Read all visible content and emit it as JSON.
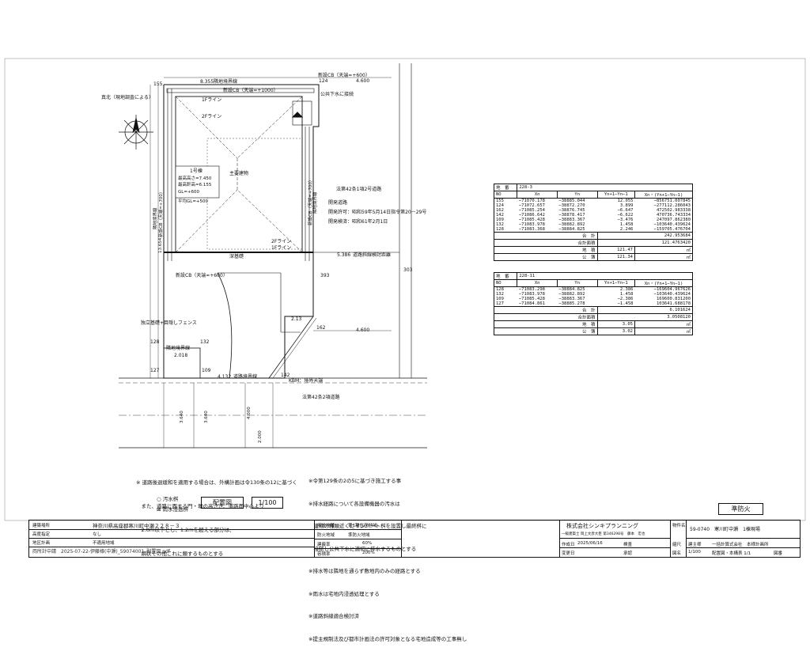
{
  "plan": {
    "north_label": "真北（現地調査による）",
    "top_width": "8.355",
    "boundary_line_top": "隣地境界線",
    "boundary_line_left": "隣地境界線",
    "boundary_line_right": "隣地境界線",
    "new_cb_top": "新設CB（天端=+600）",
    "new_cb_inner": "新設CB（天端=+1000）",
    "new_cb_left": "新設CB（天端=+700）",
    "new_cb_right": "新設CB（天端=+700）",
    "new_cb_bottom": "新設CB（天端=+600）",
    "sewer_connect": "公共下水に接続",
    "building_name": "1号棟",
    "building_max_height": "最高高さ=7.450",
    "building_eave_height": "最高軒高=6.155",
    "building_gl": "GL=+600",
    "building_avg_gl": "平均GL=+500",
    "main_building": "主要建物",
    "line_1f": "1Fライン",
    "line_2f": "2Fライン",
    "foundation": "深基礎",
    "road_line_label": "道路斜線検討距離",
    "road_dist": "5.386",
    "fence_label": "独立基礎+目隠しフェンス",
    "road_boundary": "道路境界線",
    "road_boundary_dim": "4.132",
    "kbm": "KBM：境界天端",
    "road_article_top": "法第42条1項2号道路",
    "road_article_bottom": "法第42条2項道路",
    "road_info": [
      "開発道路",
      "開発許可：昭和59年5月14日指令第20－29号",
      "開発検済：昭和61年2月1日"
    ],
    "dim_4600_top": "4.600",
    "dim_4600_bottom": "4.600",
    "dim_2018": "2.018",
    "dim_213": "2.13",
    "dim_3640": "3.640",
    "dim_2000": "2.000",
    "dim_4000": "4.000",
    "dim_13654": "13.654",
    "pt_labels": [
      "155",
      "124",
      "162",
      "142",
      "109",
      "128",
      "127",
      "132",
      "393",
      "303"
    ]
  },
  "table1": {
    "title_left": "地　番",
    "title_right": "228-3",
    "headers": [
      "NO",
      "Xn",
      "Yn",
      "Yn+1−Yn−1",
      "Xn・(Yn+1−Yn−1)"
    ],
    "rows": [
      [
        "155",
        "−71070.178",
        "−38885.044",
        "12.055",
        "−856751.007845"
      ],
      [
        "124",
        "−71072.657",
        "−38872.270",
        "3.899",
        "−277112.286043"
      ],
      [
        "162",
        "−71085.254",
        "−38876.745",
        "−6.647",
        "472502.983338"
      ],
      [
        "142",
        "−71086.642",
        "−38878.417",
        "−6.622",
        "470736.743334"
      ],
      [
        "109",
        "−71085.428",
        "−38883.367",
        "−3.476",
        "247097.862380"
      ],
      [
        "132",
        "−71083.978",
        "−38882.892",
        "1.458",
        "−103640.439624"
      ],
      [
        "128",
        "−71083.368",
        "−38884.825",
        "2.246",
        "−159705.476704"
      ]
    ],
    "sum": [
      "合　計",
      "242.953684"
    ],
    "double_area": [
      "合計面積",
      "121.4763420"
    ],
    "land_area": [
      "地　積",
      "121.47",
      "㎡"
    ],
    "public_area": [
      "公　簿",
      "121.34",
      "㎡"
    ]
  },
  "table2": {
    "title_left": "地　番",
    "title_right": "228-11",
    "headers": [
      "NO",
      "Xn",
      "Yn",
      "Yn+1−Yn−1",
      "Xn・(Yn+1−Yn−1)"
    ],
    "rows": [
      [
        "128",
        "−71083.298",
        "−38884.825",
        "2.386",
        "−169604.967626"
      ],
      [
        "132",
        "−71083.978",
        "−38882.892",
        "1.458",
        "−103640.439624"
      ],
      [
        "109",
        "−71085.428",
        "−38883.367",
        "−2.386",
        "169600.831200"
      ],
      [
        "127",
        "−71084.861",
        "−38885.278",
        "−1.458",
        "103641.688178"
      ]
    ],
    "sum": [
      "合　計",
      "6.101624"
    ],
    "double_area": [
      "合計面積",
      "3.0508120"
    ],
    "land_area": [
      "地　積",
      "3.05",
      "㎡"
    ],
    "public_area": [
      "公　簿",
      "3.02",
      "㎡"
    ]
  },
  "notes_left": [
    "※ 道路後退緩和を適用する場合は、外構計画は令130条の12に基づく",
    "　また、道路に面する門・塀の高さき、道路面中心より",
    "　2.0ｍ以下とし、1.2ｍを超える部分は、",
    "　網状その他これに類するものとする"
  ],
  "legend": {
    "sewer_box": "○ 汚水桝",
    "rain_box": "⊠ 雨水浸透桝"
  },
  "drawing_name": "配置図",
  "scale": "1/100",
  "notes_right": [
    "※令第129条の2の5に基づき施工する事",
    "※排水経路について各設備機器の汚水は",
    "　建物の種類近くにインバート桝を設置し最終桝に",
    "　接続し公共下水に適切に排水するものとする",
    "※排水等は隣地を通らず敷地内のみの経路とする",
    "※雨水は宅地内浸透処理とする",
    "※道路斜線適合検討済",
    "※提主規制法及び都市計画法の許可対象となる宅地造成等の工事無し"
  ],
  "stamp": "準防火",
  "titleblock": {
    "location_label": "建築場所",
    "location_value": "神奈川県高座郡寒川町中瀬２２８－３",
    "district_label": "高度指定",
    "district_value": "なし",
    "plan_label": "地区計画",
    "plan_value": "不適用地域",
    "filename": "両所計中請　2025-07-22-伊藤様(中瀬)_59074001_配置図.pdf",
    "use_label": "用途地域",
    "use_value": "第1種住居地域",
    "fire_label": "防火地域",
    "fire_value": "準防火地域",
    "coverage_label": "建蔽率",
    "coverage_value": "60%",
    "far_label": "容積率",
    "far_value": "200%",
    "company": "株式会社シンキプランニング",
    "company_sub": "一級建築士 岡上文彦大臣 第346298号　藤本　宏也",
    "date_label": "作成日",
    "date_value": "2025/06/16",
    "checked_label": "検査",
    "scale_label": "縮尺",
    "scale_value": "1/100",
    "ver_label": "変更日",
    "approver_label": "承認",
    "drawn_label": "図名",
    "property_label": "物件名",
    "property_value": "59-0740　寒川町中瀬　1棟現場",
    "owner_label": "建主様",
    "owner_value": "一括計算式会社　本様計画所",
    "page_label": "図番",
    "page_value": "配置図・本構表 1/1"
  }
}
